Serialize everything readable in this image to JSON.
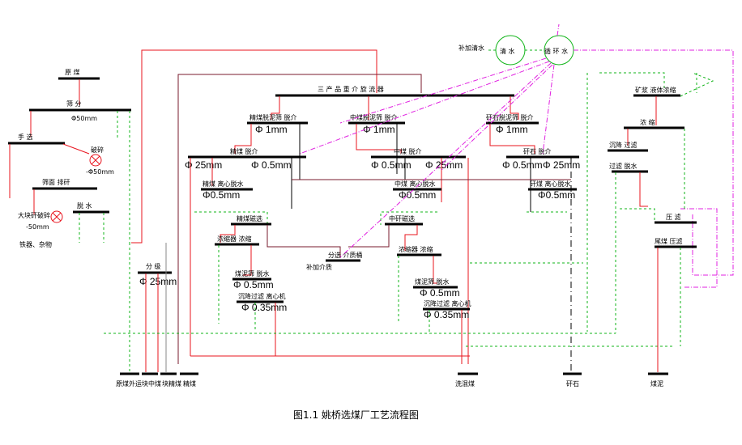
{
  "caption": "图1.1   姚桥选煤厂工艺流程图",
  "units": {
    "raw_coal": "原    煤",
    "screen_50": "筛    分",
    "screen_50_size": "Φ50mm",
    "hand_pick": "手    选",
    "crush": "破碎",
    "crush_size": "-Φ50mm",
    "big_crush": "大块矸破碎",
    "crush_50": "-50mm",
    "gangue_debris": "铁器、杂物",
    "drain_top": "筛面    排矸",
    "dewater": "脱    水",
    "classify": "分    级",
    "classify_size": "Φ 25mm",
    "jig": "三  产  品  重  介  旋  流  器",
    "clean_desl": "精煤脱泥筛   脱介",
    "clean_desl_size": "Φ 1mm",
    "mid_desl": "中煤脱泥筛   脱介",
    "mid_desl_size": "Φ 1mm",
    "gangue_desl": "矸石脱泥筛   脱介",
    "gangue_desl_size": "Φ 1mm",
    "clean_classify": "精煤   脱介",
    "clean_classify_size_a": "Φ 25mm",
    "clean_classify_size_b": "Φ 0.5mm",
    "mid_classify": "中煤   脱介",
    "mid_classify_size_a": "Φ 0.5mm",
    "mid_classify_size_b": "Φ 25mm",
    "gangue_classify": "矸石   脱介",
    "gangue_classify_size_a": "Φ 0.5mm",
    "gangue_classify_size_b": "Φ 25mm",
    "clean_centrifuge": "精煤    离心脱水",
    "clean_centrifuge_size": "Φ0.5mm",
    "mid_centrifuge": "中煤    离心脱水",
    "mid_centrifuge_size": "Φ0.5mm",
    "gangue_centrifuge": "矸煤    离心脱水",
    "gangue_centrifuge_size": "Φ0.5mm",
    "clean_mag": "精煤磁选",
    "mid_mag": "中矸磁选",
    "clean_conc": "浓缩器    浓缩",
    "clean_slime_screen": "煤泥筛    脱水",
    "clean_slime_size": "Φ 0.5mm",
    "clean_filter": "沉降过滤    离心机",
    "clean_filter_size": "Φ 0.35mm",
    "mag_sep": "分选  介质桶",
    "add_medium": "补加介质",
    "mid_conc": "浓缩器    浓缩",
    "mid_slime_screen": "煤泥筛    脱水",
    "mid_slime_size": "Φ 0.5mm",
    "mid_filter": "沉降过滤    离心机",
    "mid_filter_size": "Φ 0.35mm",
    "add_water": "补加清水",
    "clear_water": "清  水",
    "circ_water": "循  环  水",
    "mine_water": "矿浆    液体浓缩",
    "floc": "浓    缩",
    "settle": "沉降    过滤",
    "filter_press": "过滤    脱水",
    "press_unit": "压    滤",
    "tail": "尾煤    压滤",
    "products": [
      "原煤外运",
      "块中煤",
      "块精煤",
      "精煤",
      "洗混煤",
      "矸石",
      "煤泥"
    ]
  }
}
